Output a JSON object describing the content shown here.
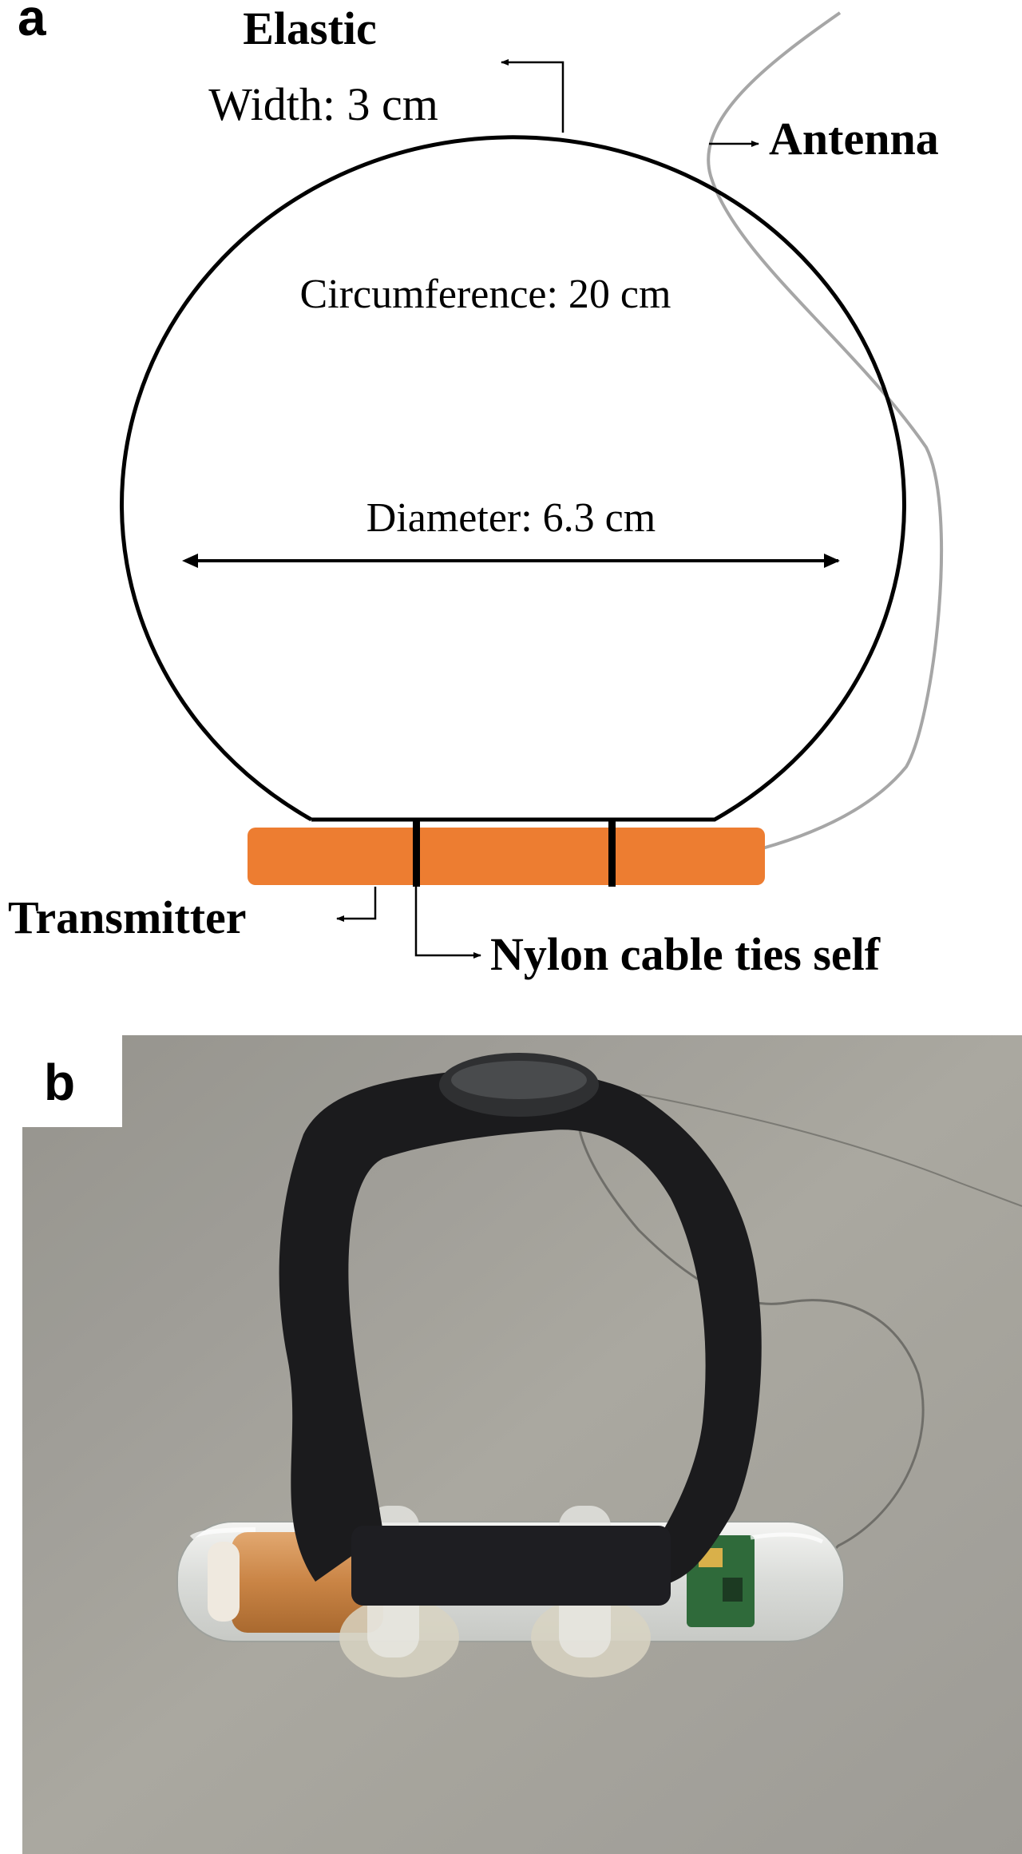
{
  "panel_a": {
    "label": "a",
    "elastic_title": "Elastic",
    "elastic_width": "Width: 3 cm",
    "antenna": "Antenna",
    "circumference": "Circumference: 20 cm",
    "diameter": "Diameter: 6.3 cm",
    "transmitter": "Transmitter",
    "cable_ties": "Nylon cable ties self"
  },
  "panel_b": {
    "label": "b"
  },
  "colors": {
    "transmitter_fill": "#ED7D31",
    "antenna_line": "#A6A6A6",
    "outline": "#000000"
  }
}
